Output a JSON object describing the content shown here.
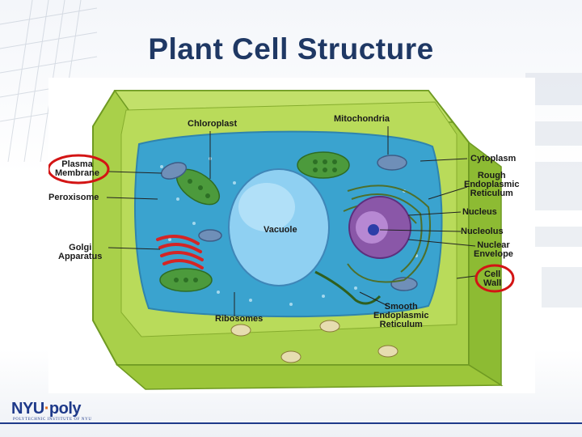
{
  "slide": {
    "title": "Plant Cell Structure"
  },
  "labels": {
    "chloroplast": "Chloroplast",
    "mitochondria": "Mitochondria",
    "plasma_membrane": "Plasma\nMembrane",
    "peroxisome": "Peroxisome",
    "cytoplasm": "Cytoplasm",
    "rough_er": "Rough\nEndoplasmic\nReticulum",
    "vacuole": "Vacuole",
    "nucleus": "Nucleus",
    "nucleolus": "Nucleolus",
    "golgi": "Golgi\nApparatus",
    "nuclear_envelope": "Nuclear\nEnvelope",
    "cell_wall": "Cell\nWall",
    "smooth_er": "Smooth\nEndoplasmic\nReticulum",
    "ribosomes": "Ribosomes"
  },
  "highlights": [
    "plasma_membrane",
    "cell_wall"
  ],
  "colors": {
    "title": "#1f3864",
    "cell_wall": "#9cc63a",
    "cytoplasm": "#3aa3cf",
    "vacuole": "#7fc7ee",
    "nucleus": "#8a57a8",
    "golgi": "#d42525",
    "highlight_ring": "#d31414"
  },
  "footer": {
    "logo_main": "NYU",
    "logo_sep": "·",
    "logo_end": "poly",
    "logo_sub": "POLYTECHNIC INSTITUTE OF NYU"
  }
}
